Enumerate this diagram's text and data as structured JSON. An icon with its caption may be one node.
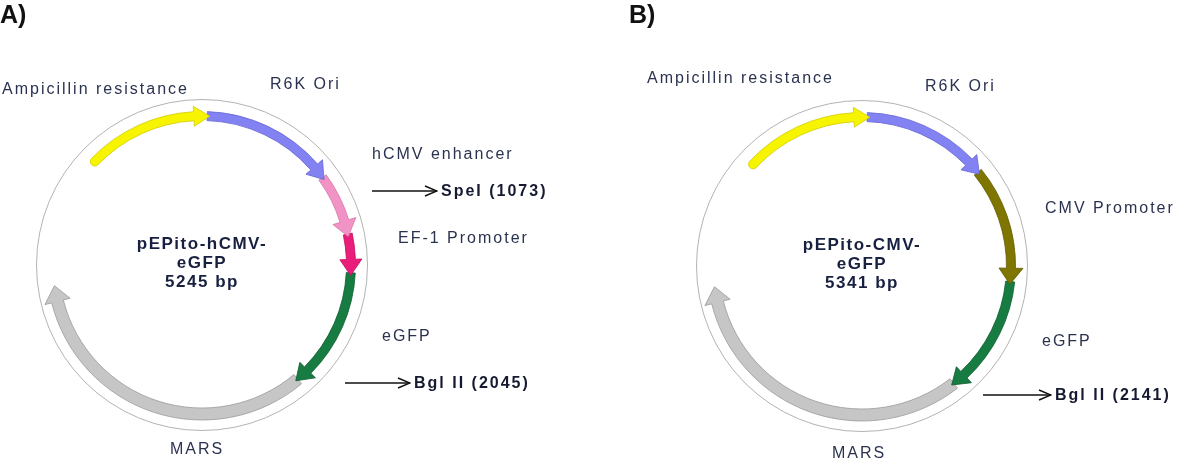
{
  "diagram": {
    "nodes": [
      {
        "text": [
          "pEPito-hCMV- eGFP",
          "5245 bp"
        ]
      },
      {
        "text": [
          "SpeI (1073)"
        ]
      },
      {
        "text": [
          "Bgl II (2045)"
        ]
      },
      {
        "text": [
          "pEPito-CMV- eGFP",
          "5341 bp"
        ]
      },
      {
        "text": [
          "Bgl II (2141)"
        ]
      }
    ],
    "edges": [
      {
        "from": 0,
        "to": 1,
        "arrow": "to"
      },
      {
        "from": 0,
        "to": 2,
        "arrow": "to"
      },
      {
        "from": 3,
        "to": 4,
        "arrow": "to"
      }
    ],
    "labels": [
      "A)",
      "Ampicillin resistance",
      "R6K Ori",
      "hCMV enhancer",
      "EF-1 Promoter",
      "eGFP",
      "MARS",
      "B)",
      "Ampicillin resistance",
      "R6K Ori",
      "CMV Promoter",
      "eGFP",
      "MARS"
    ]
  }
}
